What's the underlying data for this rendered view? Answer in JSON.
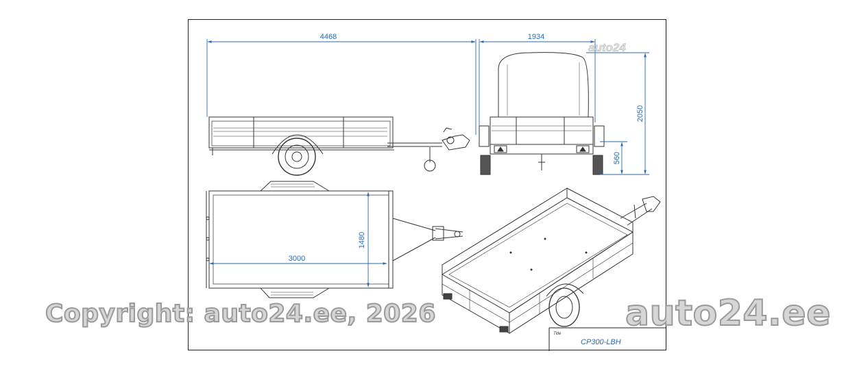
{
  "dimensions": {
    "overall_length": "4468",
    "overall_width": "1934",
    "overall_height": "2050",
    "deck_height": "560",
    "deck_length": "3000",
    "deck_width": "1480"
  },
  "title_block": {
    "label": "Title",
    "model": "CP300-LBH"
  },
  "watermarks": {
    "copyright": "Copyright: auto24.ee, 2026",
    "brand": "auto24.ee",
    "small_brand": "auto24"
  },
  "colors": {
    "dimension_blue": "#2a6bb5",
    "line": "#333333",
    "frame": "#1f1f1f"
  }
}
